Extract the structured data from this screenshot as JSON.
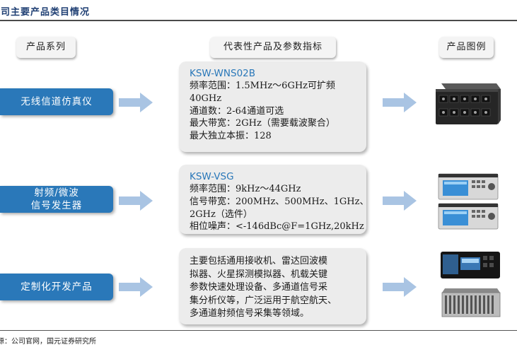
{
  "title": "公司主要产品类目情况",
  "headers": {
    "series": "产品系列",
    "specs": "代表性产品及参数指标",
    "images": "产品图例"
  },
  "rows": [
    {
      "series": "无线信道仿真仪",
      "model": "KSW-WNS02B",
      "lines": [
        "频率范围：1.5MHz～6GHz可扩频",
        "40GHz",
        "通道数：2-64通道可选",
        "最大带宽：2GHz（需要载波聚合）",
        "最大独立本振：128"
      ]
    },
    {
      "series": "射频/微波\n信号发生器",
      "model": "KSW-VSG",
      "lines": [
        "频率范围：9kHz～44GHz",
        "信号带宽：200MHz、500MHz、1GHz、",
        "2GHz（选件）",
        "相位噪声：<-146dBc@F=1GHz,20kHz"
      ]
    },
    {
      "series": "定制化开发产品",
      "model": "",
      "lines": [
        "主要包括通用接收机、雷达回波模",
        "拟器、火星探测模拟器、机载关键",
        "参数快速处理设备、多通道信号采",
        "集分析仪等，广泛运用于航空航天、",
        "多通道射频信号采集等领域。"
      ]
    }
  ],
  "source": "来源：公司官网，国元证券研究所",
  "colors": {
    "accent": "#2a78b9",
    "arrow": "#a9c4e3",
    "title": "#1f3f73",
    "spec_bg": "#ececec"
  },
  "icons": {
    "arrow": "right-arrow-icon"
  }
}
